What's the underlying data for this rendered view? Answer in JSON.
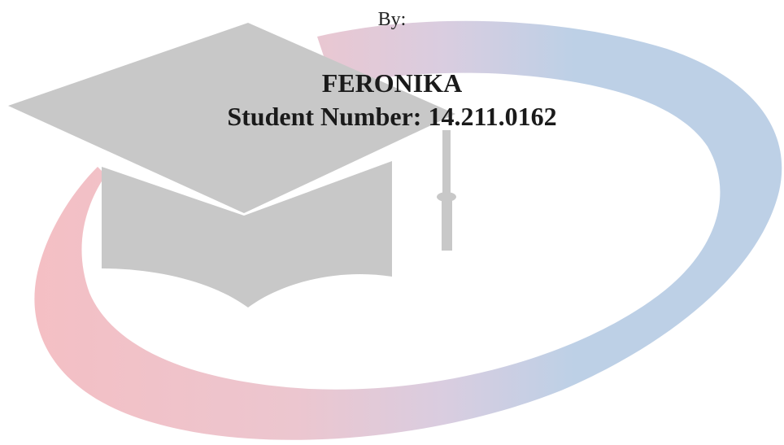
{
  "document": {
    "by_label": "By:",
    "author_name": "FERONIKA",
    "student_number_line": "Student Number: 14.211.0162"
  },
  "watermark": {
    "icon": "graduation-cap-icon",
    "swoosh_colors": {
      "start": "#f4bfc4",
      "middle": "#d9cde0",
      "end": "#bdd0e6"
    },
    "cap_color": "#c8c8c8"
  }
}
